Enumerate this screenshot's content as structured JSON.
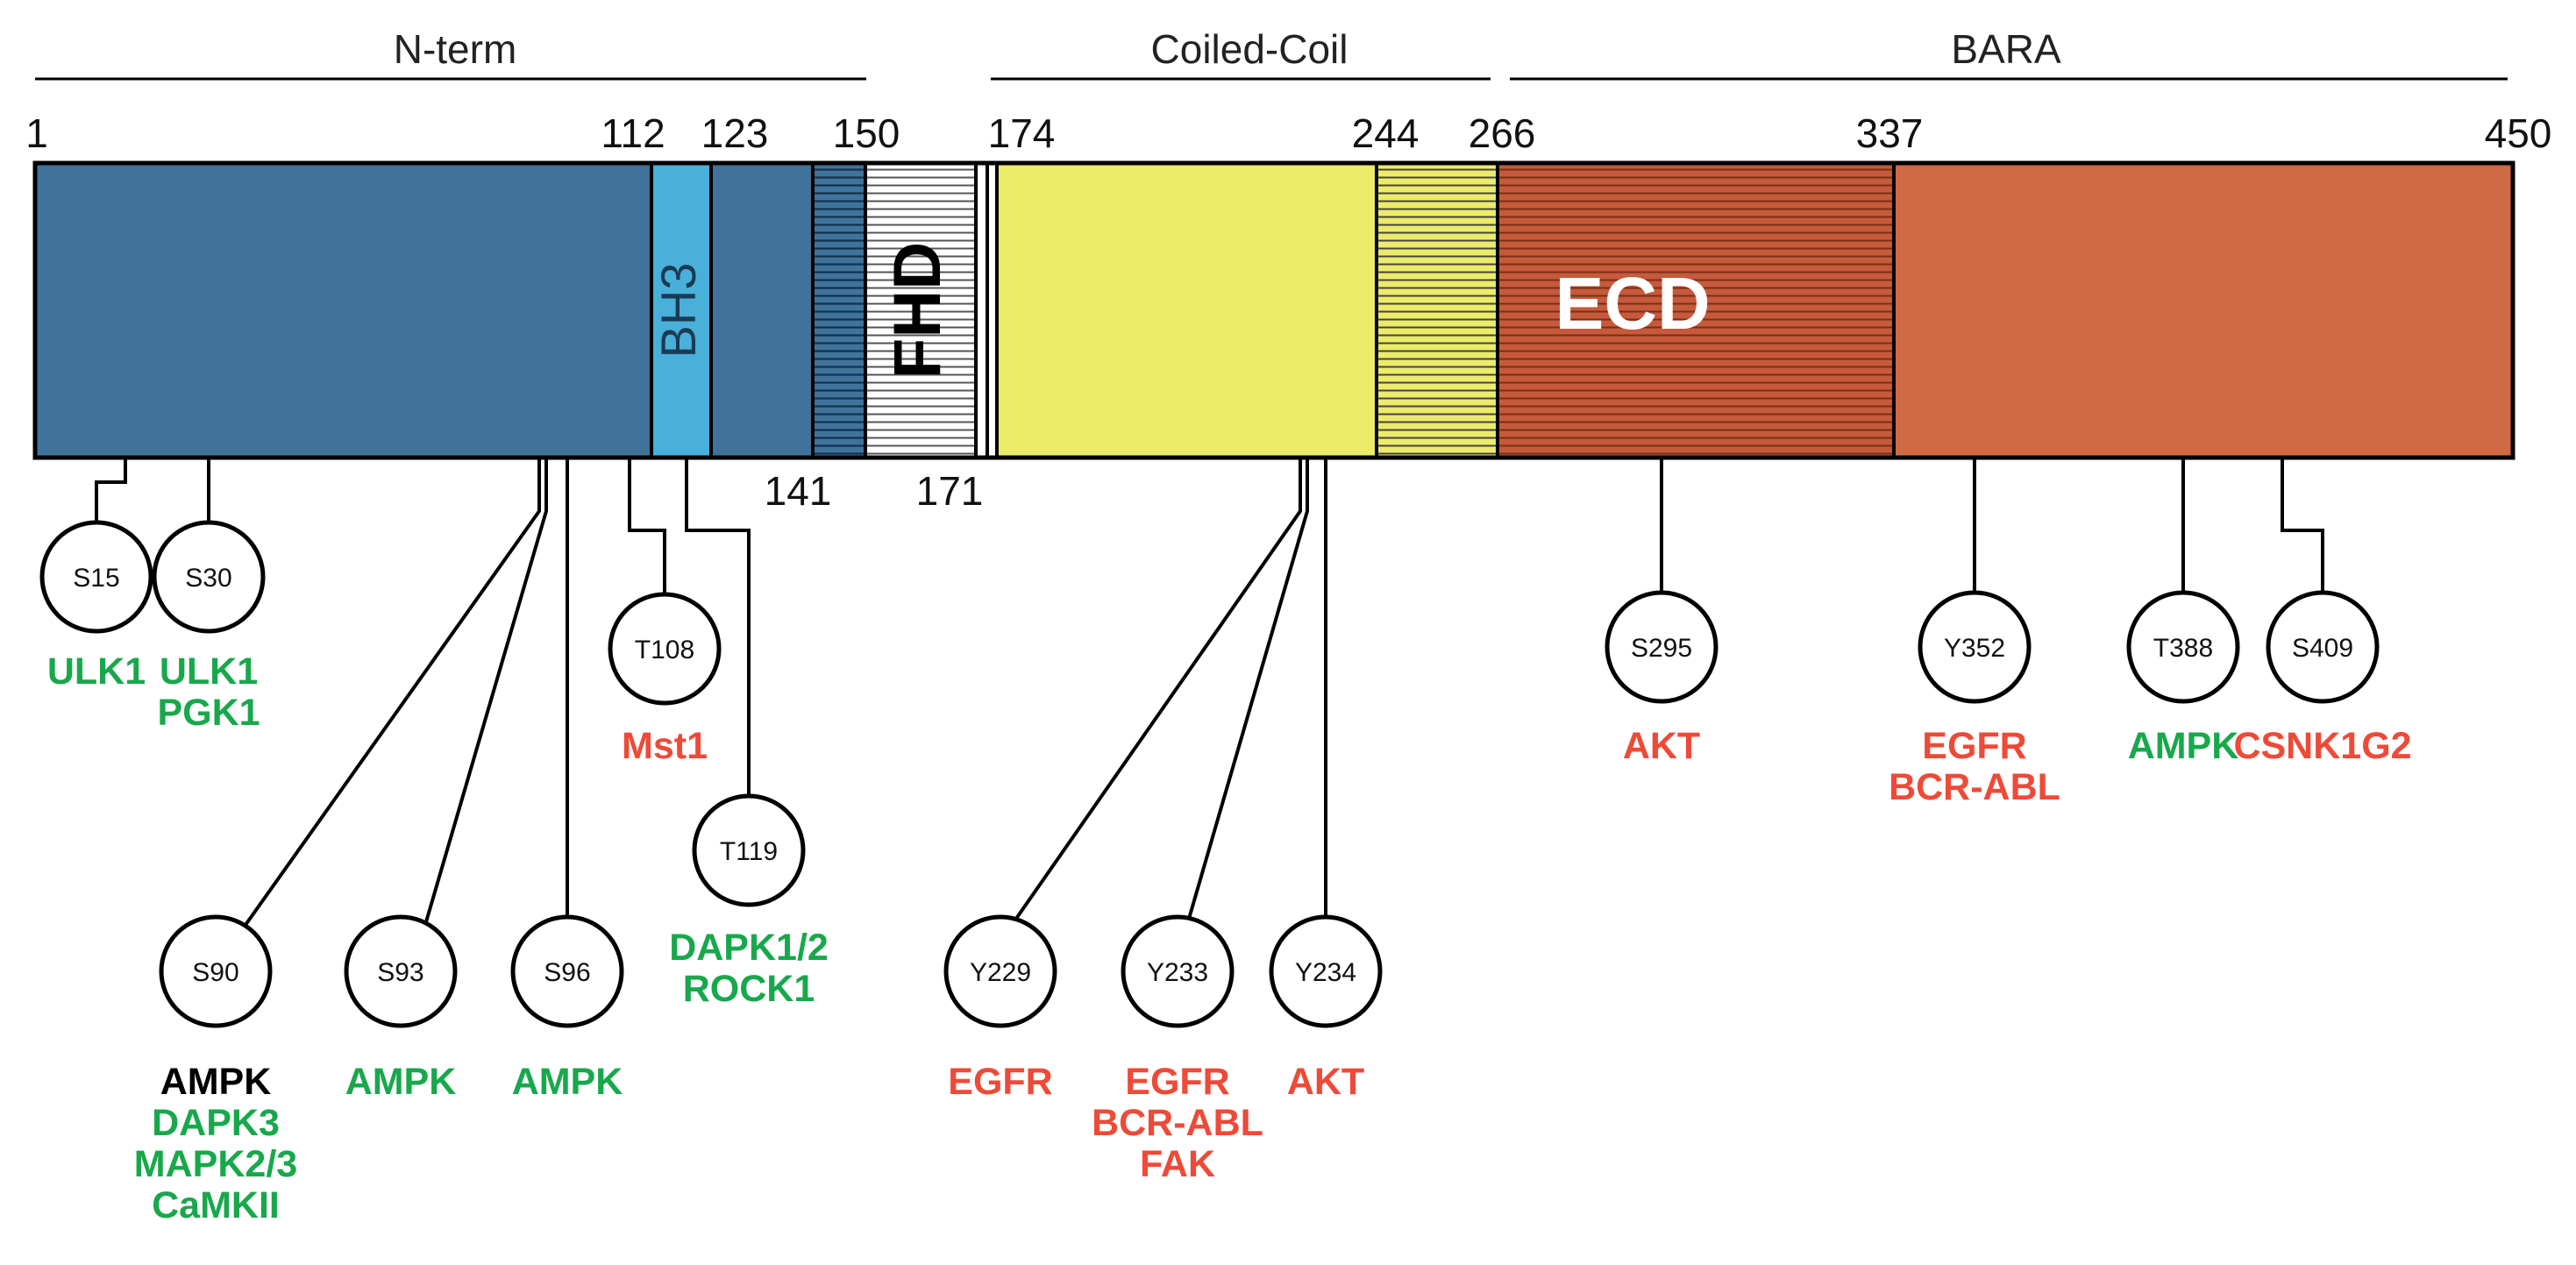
{
  "colors": {
    "nterm_blue": "#40739c",
    "bh3_blue": "#49b0d9",
    "coiled_yellow": "#eceb6a",
    "ecd_orange": "#c65a3a",
    "bara_orange": "#cf6a45",
    "kinase_green": "#18a84b",
    "kinase_red": "#ee4a38",
    "kinase_black": "#000000"
  },
  "domains": {
    "nterm": "N-term",
    "coiled": "Coiled-Coil",
    "bara": "BARA"
  },
  "boundaries": {
    "top": [
      "1",
      "112",
      "123",
      "150",
      "174",
      "244",
      "266",
      "337",
      "450"
    ],
    "bottom": [
      "141",
      "171"
    ]
  },
  "inner_labels": {
    "bh3": "BH3",
    "fhd": "FHD",
    "ecd": "ECD"
  },
  "sites": [
    {
      "label": "S15",
      "kinases": [
        {
          "text": "ULK1",
          "color": "green"
        }
      ]
    },
    {
      "label": "S30",
      "kinases": [
        {
          "text": "ULK1",
          "color": "green"
        },
        {
          "text": "PGK1",
          "color": "green"
        }
      ]
    },
    {
      "label": "T108",
      "kinases": [
        {
          "text": "Mst1",
          "color": "red"
        }
      ]
    },
    {
      "label": "T119",
      "kinases": [
        {
          "text": "DAPK1/2",
          "color": "green"
        },
        {
          "text": "ROCK1",
          "color": "green"
        }
      ]
    },
    {
      "label": "S90",
      "kinases": [
        {
          "text": "AMPK",
          "color": "black"
        },
        {
          "text": "DAPK3",
          "color": "green"
        },
        {
          "text": "MAPK2/3",
          "color": "green"
        },
        {
          "text": "CaMKII",
          "color": "green"
        }
      ]
    },
    {
      "label": "S93",
      "kinases": [
        {
          "text": "AMPK",
          "color": "green"
        }
      ]
    },
    {
      "label": "S96",
      "kinases": [
        {
          "text": "AMPK",
          "color": "green"
        }
      ]
    },
    {
      "label": "Y229",
      "kinases": [
        {
          "text": "EGFR",
          "color": "red"
        }
      ]
    },
    {
      "label": "Y233",
      "kinases": [
        {
          "text": "EGFR",
          "color": "red"
        },
        {
          "text": "BCR-ABL",
          "color": "red"
        },
        {
          "text": "FAK",
          "color": "red"
        }
      ]
    },
    {
      "label": "Y234",
      "kinases": [
        {
          "text": "AKT",
          "color": "red"
        }
      ]
    },
    {
      "label": "S295",
      "kinases": [
        {
          "text": "AKT",
          "color": "red"
        }
      ]
    },
    {
      "label": "Y352",
      "kinases": [
        {
          "text": "EGFR",
          "color": "red"
        },
        {
          "text": "BCR-ABL",
          "color": "red"
        }
      ]
    },
    {
      "label": "T388",
      "kinases": [
        {
          "text": "AMPK",
          "color": "green"
        }
      ]
    },
    {
      "label": "S409",
      "kinases": [
        {
          "text": "CSNK1G2",
          "color": "red"
        }
      ]
    }
  ]
}
